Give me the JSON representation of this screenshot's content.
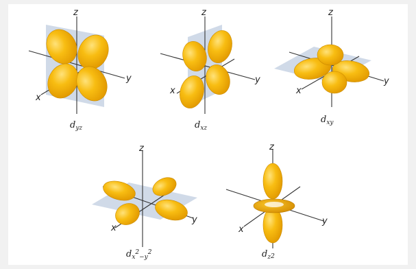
{
  "axes": {
    "x": "x",
    "y": "y",
    "z": "z"
  },
  "orbitals": [
    {
      "id": "dyz",
      "main": "d",
      "sub": "yz",
      "sup": ""
    },
    {
      "id": "dxz",
      "main": "d",
      "sub": "xz",
      "sup": ""
    },
    {
      "id": "dxy",
      "main": "d",
      "sub": "xy",
      "sup": ""
    },
    {
      "id": "dx2y2",
      "main": "d",
      "sub": "x",
      "sup": "2",
      "sub2": "−y",
      "sup2": "2"
    },
    {
      "id": "dz2",
      "main": "d",
      "sub": "z",
      "sup": "2"
    }
  ],
  "colors": {
    "lobe": "#f5b400",
    "lobe_highlight": "#ffd84a",
    "plane": "#a9bcd6",
    "axis": "#333333"
  }
}
